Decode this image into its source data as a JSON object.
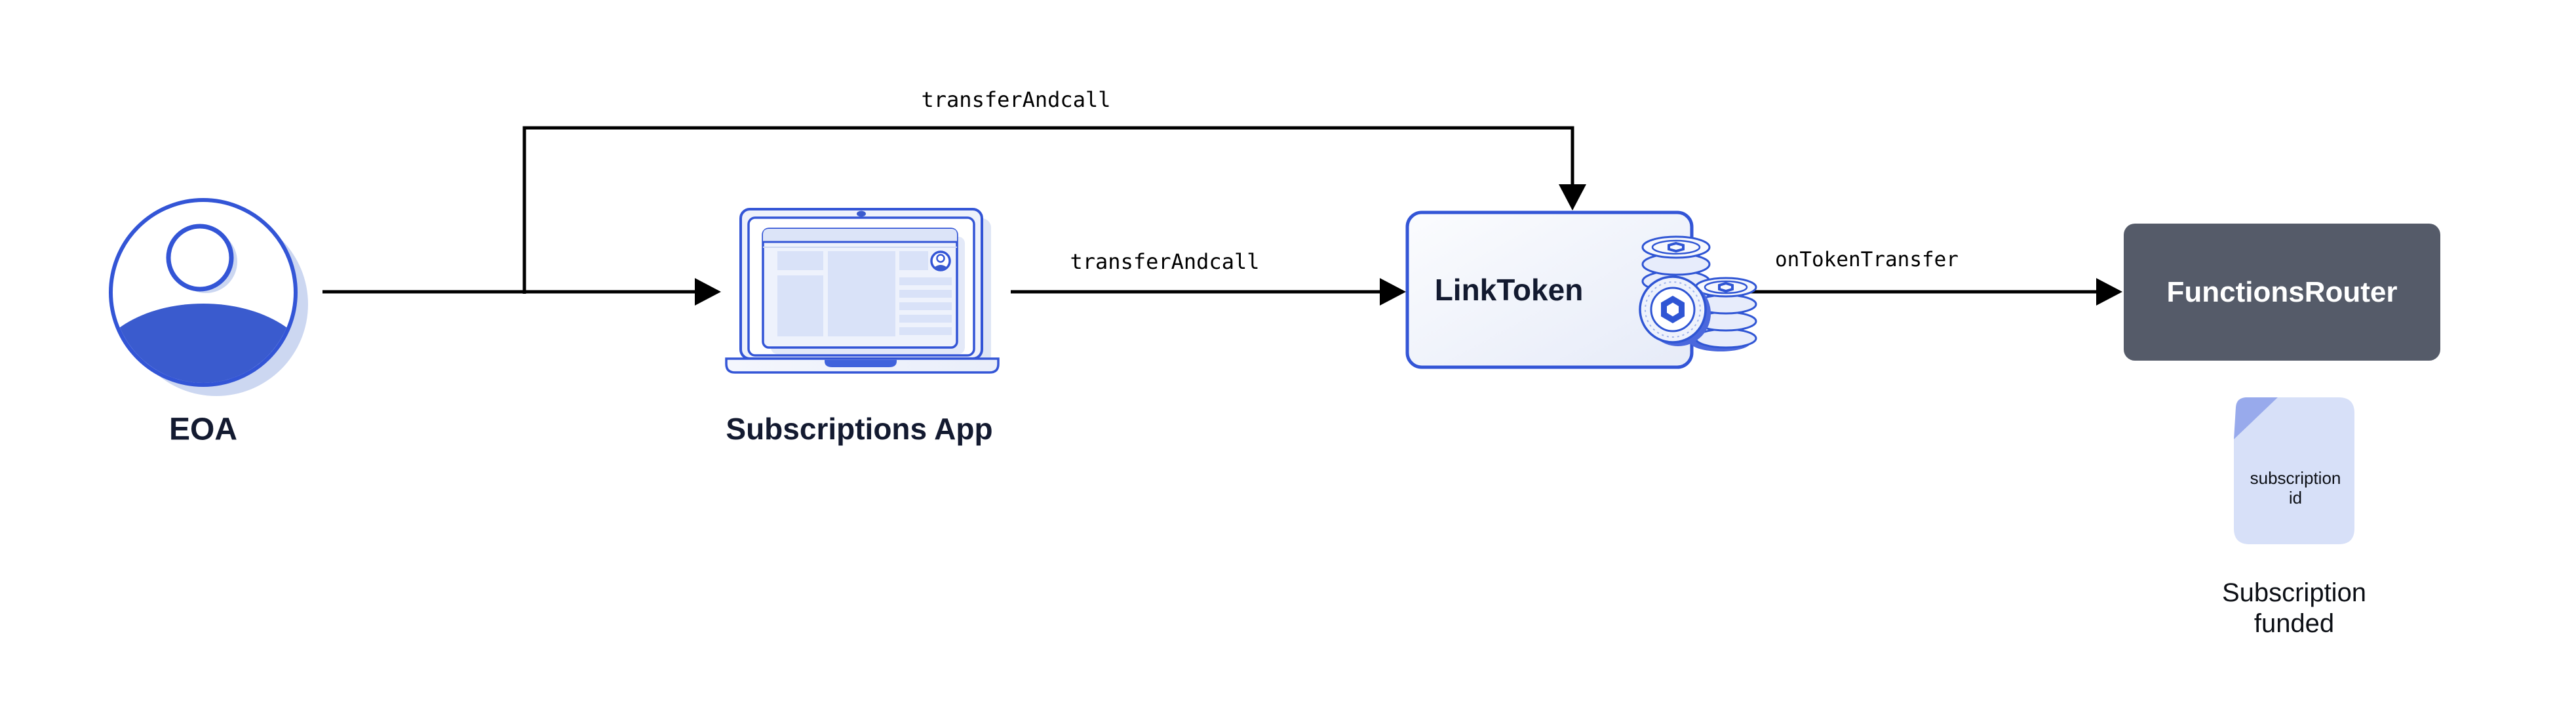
{
  "nodes": {
    "eoa": {
      "label": "EOA"
    },
    "app": {
      "label": "Subscriptions App"
    },
    "link_token": {
      "label": "LinkToken"
    },
    "functions_router": {
      "label": "FunctionsRouter"
    },
    "document": {
      "line1": "subscription",
      "line2": "id"
    },
    "caption": {
      "line1": "Subscription",
      "line2": "funded"
    }
  },
  "edges": {
    "eoa_to_linktoken": {
      "label": "transferAndcall"
    },
    "app_to_linktoken": {
      "label": "transferAndcall"
    },
    "linktoken_to_router": {
      "label": "onTokenTransfer"
    }
  },
  "icons": {
    "eoa": "person-icon",
    "app": "laptop-icon",
    "link_token": "coin-stack-icon",
    "document": "document-page-icon"
  },
  "colors": {
    "arrow": "#000000",
    "blue_stroke": "#3355d6",
    "person_blue": "#3a5bce",
    "navy_text": "#131a30",
    "shadow_lavender": "#ccd7f1",
    "light_fill": "#d9e2f8",
    "panel_fill": "#eef1fb",
    "router_bg": "#555b69",
    "router_text": "#ffffff",
    "doc_bg": "#d7e0f8",
    "doc_fold": "#98aaec",
    "box_gradient_start": "#fbfcfe",
    "box_gradient_end": "#e6ebf8"
  }
}
